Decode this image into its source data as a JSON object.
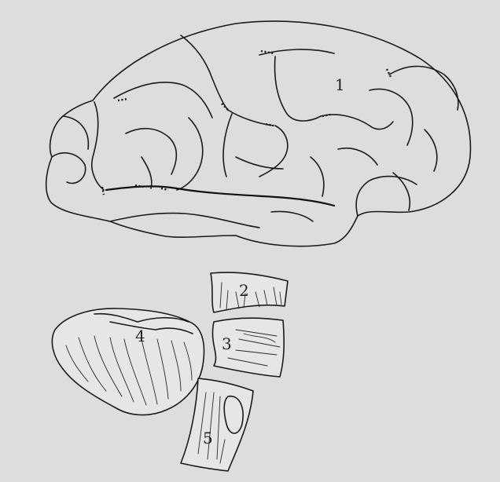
{
  "labels": {
    "cerebrum": "1",
    "part2": "2",
    "part3": "3",
    "cerebellum": "4",
    "part5": "5"
  },
  "colors": {
    "paper": "#dddddd",
    "ink": "#1a1a1a"
  }
}
